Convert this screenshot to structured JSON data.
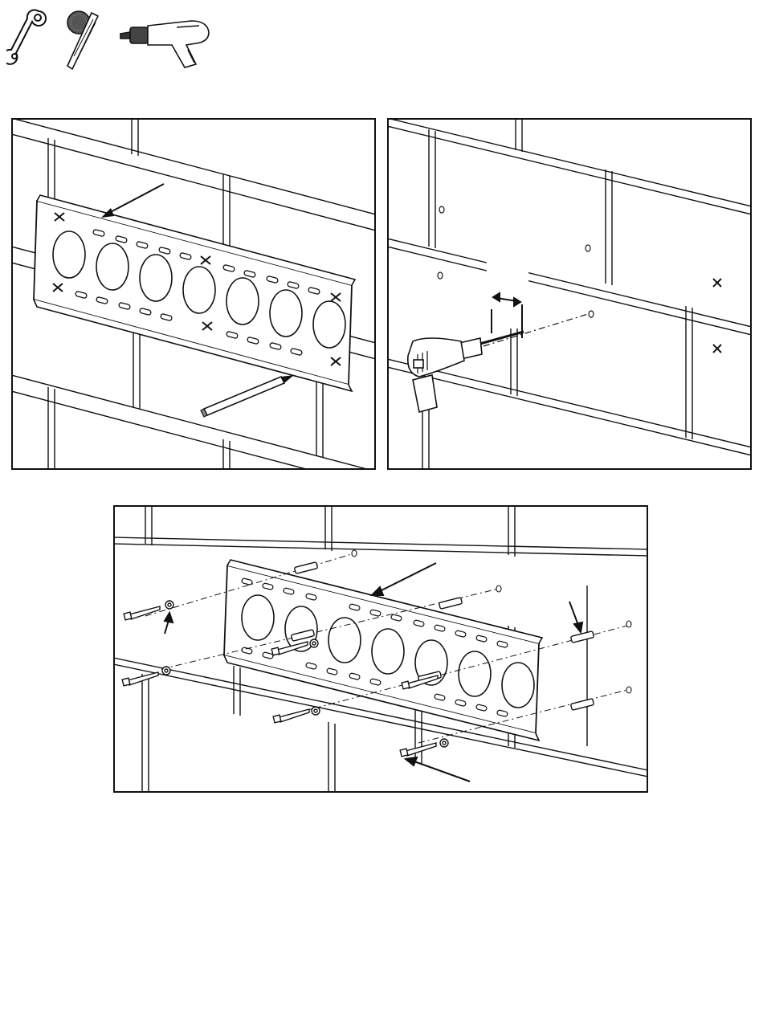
{
  "tools": [
    {
      "icon": "wrench-icon"
    },
    {
      "icon": "masonry-drill-bit-icon"
    },
    {
      "icon": "power-drill-icon"
    }
  ],
  "steps": [
    {
      "name": "mark-holes",
      "label": ""
    },
    {
      "name": "drill-holes",
      "label": ""
    },
    {
      "name": "attach-plate",
      "label": ""
    }
  ],
  "colors": {
    "line": "#111111",
    "plate_fill": "#ffffff",
    "wall_bg": "#ffffff"
  }
}
